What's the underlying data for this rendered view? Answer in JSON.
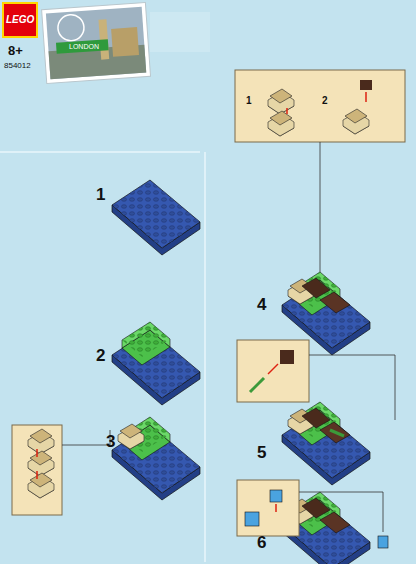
{
  "diagram": {
    "labels": [
      "LEGO",
      "8+",
      "854012",
      "LONDON",
      "1",
      "2",
      "1",
      "4",
      "2",
      "3",
      "5",
      "6"
    ]
  }
}
